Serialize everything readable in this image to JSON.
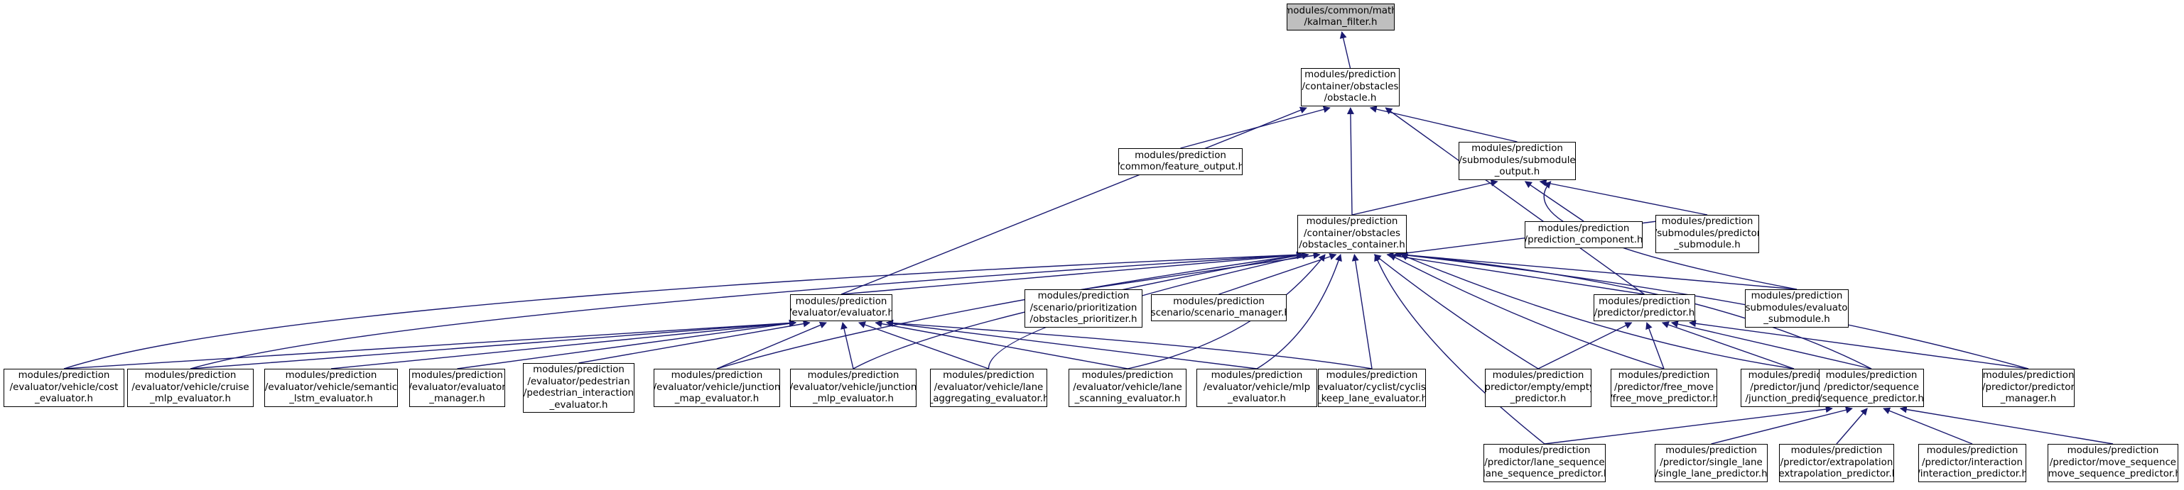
{
  "colors": {
    "edge": "#191970",
    "root_fill": "#bfbfbf",
    "node_fill": "#ffffff",
    "node_border": "#000000"
  },
  "nodes": [
    {
      "id": "kalman",
      "lines": [
        "modules/common/math",
        "/kalman_filter.h"
      ],
      "root": true
    },
    {
      "id": "obstacle",
      "lines": [
        "modules/prediction",
        "/container/obstacles",
        "/obstacle.h"
      ]
    },
    {
      "id": "feature_output",
      "lines": [
        "modules/prediction",
        "/common/feature_output.h"
      ]
    },
    {
      "id": "submodule_output",
      "lines": [
        "modules/prediction",
        "/submodules/submodule",
        "_output.h"
      ]
    },
    {
      "id": "obstacles_container",
      "lines": [
        "modules/prediction",
        "/container/obstacles",
        "/obstacles_container.h"
      ]
    },
    {
      "id": "prediction_component",
      "lines": [
        "modules/prediction",
        "/prediction_component.h"
      ]
    },
    {
      "id": "predictor_submodule",
      "lines": [
        "modules/prediction",
        "/submodules/predictor",
        "_submodule.h"
      ]
    },
    {
      "id": "evaluator",
      "lines": [
        "modules/prediction",
        "/evaluator/evaluator.h"
      ]
    },
    {
      "id": "obstacles_prioritizer",
      "lines": [
        "modules/prediction",
        "/scenario/prioritization",
        "/obstacles_prioritizer.h"
      ]
    },
    {
      "id": "scenario_manager",
      "lines": [
        "modules/prediction",
        "/scenario/scenario_manager.h"
      ]
    },
    {
      "id": "predictor",
      "lines": [
        "modules/prediction",
        "/predictor/predictor.h"
      ]
    },
    {
      "id": "evaluator_submodule",
      "lines": [
        "modules/prediction",
        "/submodules/evaluator",
        "_submodule.h"
      ]
    },
    {
      "id": "cost_evaluator",
      "lines": [
        "modules/prediction",
        "/evaluator/vehicle/cost",
        "_evaluator.h"
      ]
    },
    {
      "id": "cruise_mlp",
      "lines": [
        "modules/prediction",
        "/evaluator/vehicle/cruise",
        "_mlp_evaluator.h"
      ]
    },
    {
      "id": "semantic_lstm",
      "lines": [
        "modules/prediction",
        "/evaluator/vehicle/semantic",
        "_lstm_evaluator.h"
      ]
    },
    {
      "id": "evaluator_manager",
      "lines": [
        "modules/prediction",
        "/evaluator/evaluator",
        "_manager.h"
      ]
    },
    {
      "id": "pedestrian_interaction",
      "lines": [
        "modules/prediction",
        "/evaluator/pedestrian",
        "/pedestrian_interaction",
        "_evaluator.h"
      ]
    },
    {
      "id": "junction_map",
      "lines": [
        "modules/prediction",
        "/evaluator/vehicle/junction",
        "_map_evaluator.h"
      ]
    },
    {
      "id": "junction_mlp",
      "lines": [
        "modules/prediction",
        "/evaluator/vehicle/junction",
        "_mlp_evaluator.h"
      ]
    },
    {
      "id": "lane_aggregating",
      "lines": [
        "modules/prediction",
        "/evaluator/vehicle/lane",
        "_aggregating_evaluator.h"
      ]
    },
    {
      "id": "lane_scanning",
      "lines": [
        "modules/prediction",
        "/evaluator/vehicle/lane",
        "_scanning_evaluator.h"
      ]
    },
    {
      "id": "mlp_evaluator",
      "lines": [
        "modules/prediction",
        "/evaluator/vehicle/mlp",
        "_evaluator.h"
      ]
    },
    {
      "id": "cyclist_keep_lane",
      "lines": [
        "modules/prediction",
        "/evaluator/cyclist/cyclist",
        "_keep_lane_evaluator.h"
      ]
    },
    {
      "id": "empty_predictor",
      "lines": [
        "modules/prediction",
        "/predictor/empty/empty",
        "_predictor.h"
      ]
    },
    {
      "id": "free_move",
      "lines": [
        "modules/prediction",
        "/predictor/free_move",
        "/free_move_predictor.h"
      ]
    },
    {
      "id": "junction_predictor",
      "lines": [
        "modules/prediction",
        "/predictor/junction",
        "/junction_predictor.h"
      ]
    },
    {
      "id": "sequence_predictor",
      "lines": [
        "modules/prediction",
        "/predictor/sequence",
        "/sequence_predictor.h"
      ]
    },
    {
      "id": "predictor_manager",
      "lines": [
        "modules/prediction",
        "/predictor/predictor",
        "_manager.h"
      ]
    },
    {
      "id": "lane_sequence",
      "lines": [
        "modules/prediction",
        "/predictor/lane_sequence",
        "/lane_sequence_predictor.h"
      ]
    },
    {
      "id": "single_lane",
      "lines": [
        "modules/prediction",
        "/predictor/single_lane",
        "/single_lane_predictor.h"
      ]
    },
    {
      "id": "extrapolation",
      "lines": [
        "modules/prediction",
        "/predictor/extrapolation",
        "/extrapolation_predictor.h"
      ]
    },
    {
      "id": "interaction",
      "lines": [
        "modules/prediction",
        "/predictor/interaction",
        "/interaction_predictor.h"
      ]
    },
    {
      "id": "move_sequence",
      "lines": [
        "modules/prediction",
        "/predictor/move_sequence",
        "/move_sequence_predictor.h"
      ]
    }
  ]
}
